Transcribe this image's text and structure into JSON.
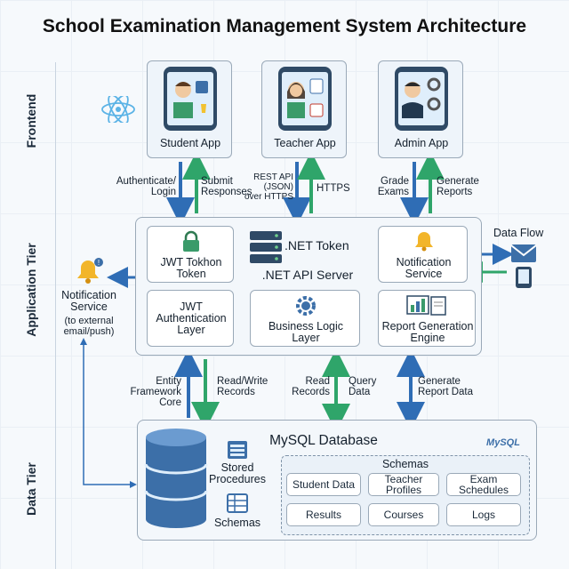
{
  "title": "School Examination Management System Architecture",
  "tiers": {
    "frontend": "Frontend",
    "application": "Application Tier",
    "data": "Data Tier"
  },
  "frontend": {
    "student_app": "Student App",
    "teacher_app": "Teacher App",
    "admin_app": "Admin App"
  },
  "arrows_top": {
    "authenticate_login": "Authenticate/\nLogin",
    "submit_responses": "Submit\nResponses",
    "rest_api": "REST API\n(JSON)\nover HTTPS",
    "https": "HTTPS",
    "grade_exams": "Grade\nExams",
    "generate_reports": "Generate\nReports"
  },
  "application": {
    "jwt_token": "JWT Tokhon\nToken",
    "net_token": ".NET Token",
    "net_api_server": ".NET API Server",
    "notification_service": "Notification\nService",
    "jwt_auth_layer": "JWT\nAuthentication\nLayer",
    "business_logic": "Business Logic\nLayer",
    "report_engine": "Report Generation\nEngine"
  },
  "external": {
    "notification_service": "Notification\nService",
    "notification_note": "(to external\nemail/push)",
    "data_flow": "Data Flow"
  },
  "arrows_bottom": {
    "entity_framework": "Entity\nFramework\nCore",
    "read_write": "Read/Write\nRecords",
    "read_records": "Read\nRecords",
    "query_data": "Query\nData",
    "generate_report_data": "Generate\nReport Data"
  },
  "data": {
    "mysql_database": "MySQL Database",
    "mysql_logo": "MySQL",
    "stored_procedures": "Stored\nProcedures",
    "schemas_icon_label": "Schemas",
    "schemas_title": "Schemas",
    "schema_cells": [
      "Student Data",
      "Teacher\nProfiles",
      "Exam\nSchedules",
      "Results",
      "Courses",
      "Logs"
    ]
  },
  "colors": {
    "blue_arrow": "#2f6db5",
    "green_arrow": "#2fa56a",
    "db_blue": "#3c6fa8"
  }
}
